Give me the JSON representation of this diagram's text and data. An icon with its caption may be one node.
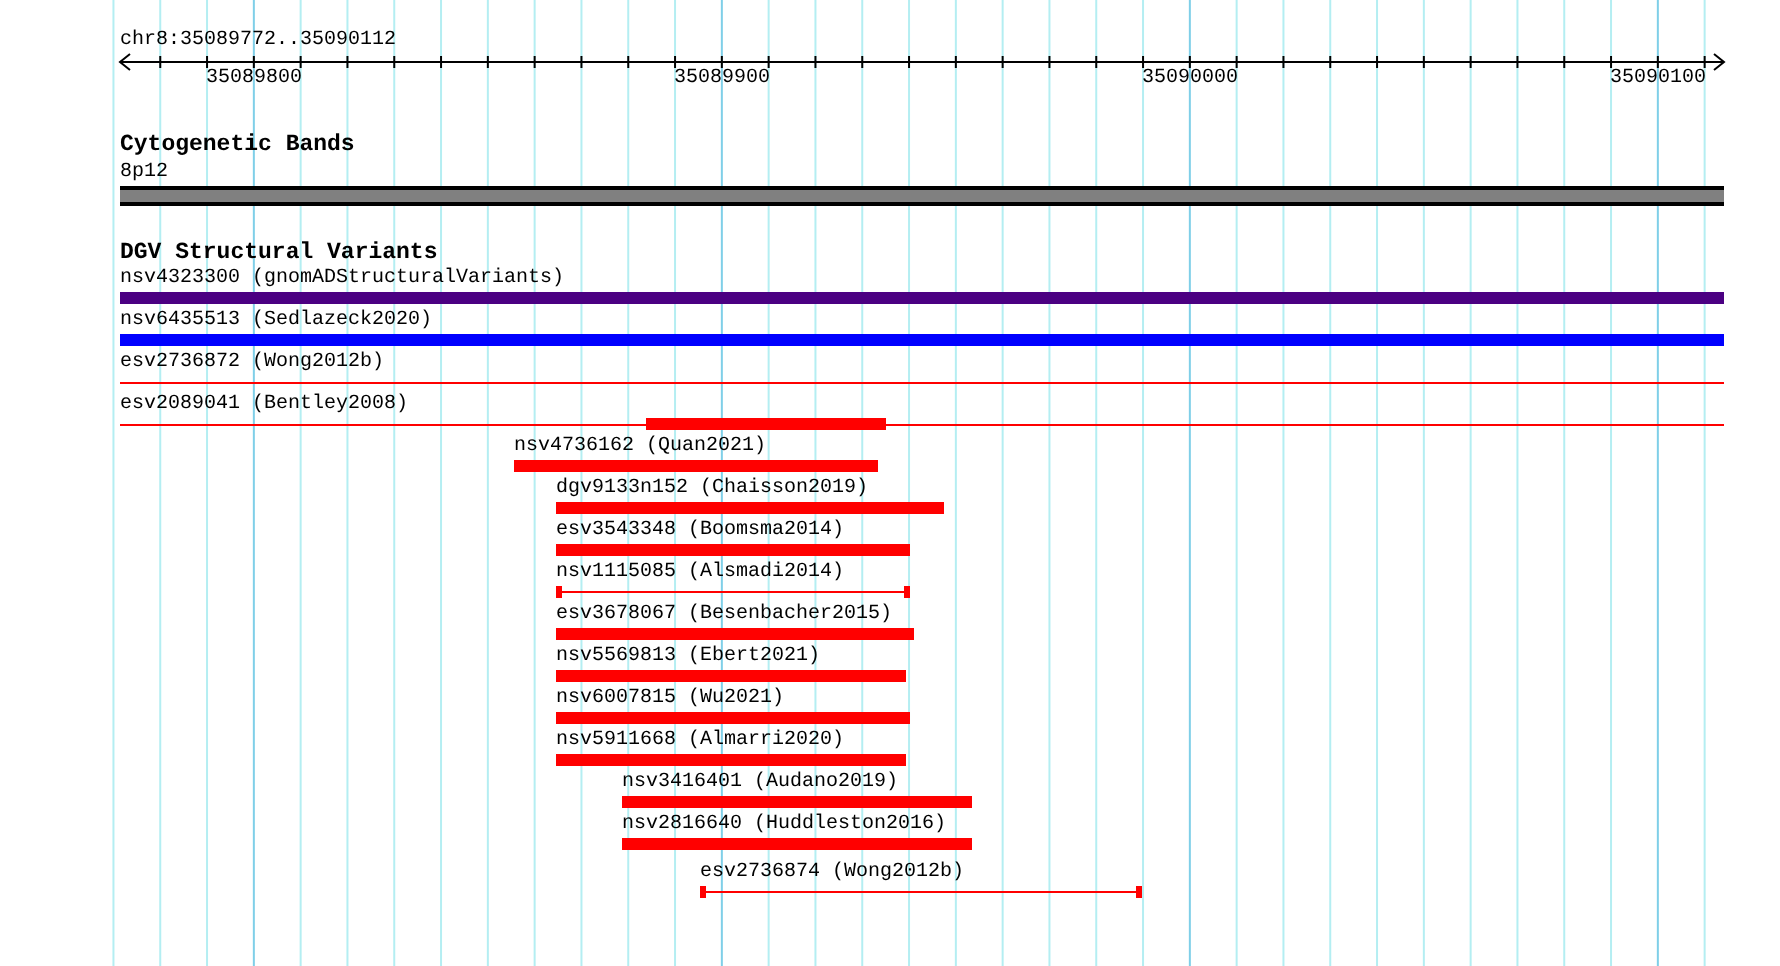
{
  "diagram": {
    "nodes": [
      {
        "text": [
          "8p12"
        ]
      },
      {
        "text": [
          "nsv4323300 (gnomADStructuralVariants)"
        ]
      },
      {
        "text": [
          "nsv6435513 (Sedlazeck2020)"
        ]
      },
      {
        "text": [
          "esv2736872 (Wong2012b)"
        ]
      },
      {
        "text": [
          "esv2089041 (Bentley2008)"
        ]
      },
      {
        "text": [],
        "shape": "bar"
      },
      {
        "text": [
          "nsv4736162 (Quan2021)"
        ]
      },
      {
        "text": [
          "dgv9133n152 (Chaisson2019)"
        ]
      },
      {
        "text": [
          "esv3543348 (Boomsma2014)"
        ]
      },
      {
        "text": [
          "nsv1115085 (Alsmadi2014)"
        ]
      },
      {
        "text": [
          "esv3678067 (Besenbacher2015)"
        ]
      },
      {
        "text": [
          "nsv5569813 (Ebert2021)"
        ]
      },
      {
        "text": [
          "nsv6007815 (Wu2021)"
        ]
      },
      {
        "text": [
          "nsv5911668 (Almarri2020)"
        ]
      },
      {
        "text": [
          "nsv3416401 (Audano2019)"
        ]
      },
      {
        "text": [
          "nsv2816640 (Huddleston2016)"
        ]
      },
      {
        "text": [
          "esv2736874 (Wong2012b)"
        ]
      }
    ],
    "edges": [],
    "labels": [
      "chr8:35089772..35090112",
      "35089800",
      "35089900",
      "35090000",
      "35090100",
      "Cytogenetic Bands",
      "DGV Structural Variants"
    ]
  }
}
